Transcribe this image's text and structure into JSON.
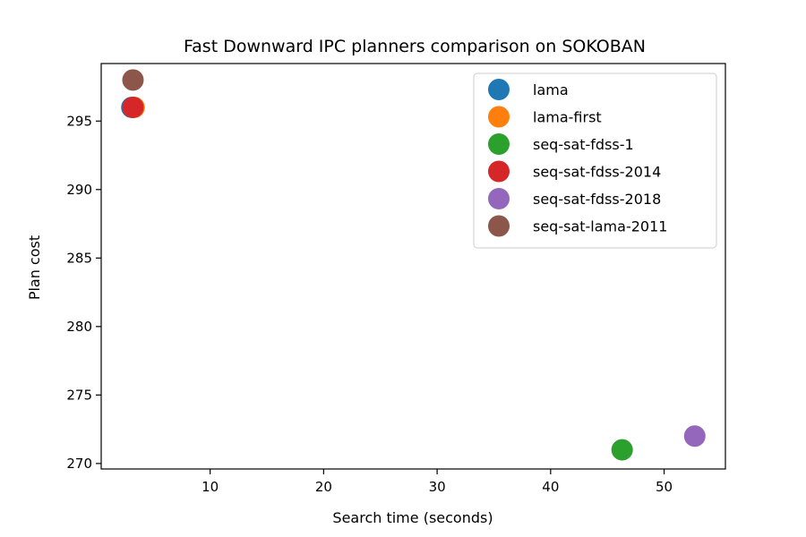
{
  "chart_data": {
    "type": "scatter",
    "title": "Fast Downward IPC planners comparison on SOKOBAN",
    "xlabel": "Search time (seconds)",
    "ylabel": "Plan cost",
    "xlim": [
      0.4,
      55.4
    ],
    "ylim": [
      269.6,
      299.2
    ],
    "xticks": [
      10,
      20,
      30,
      40,
      50
    ],
    "yticks": [
      270,
      275,
      280,
      285,
      290,
      295
    ],
    "grid": false,
    "legend_position": "top-right",
    "series": [
      {
        "name": "lama",
        "color": "#1f77b4",
        "x": [
          3.1
        ],
        "y": [
          296
        ]
      },
      {
        "name": "lama-first",
        "color": "#ff7f0e",
        "x": [
          3.3
        ],
        "y": [
          296
        ]
      },
      {
        "name": "seq-sat-fdss-1",
        "color": "#2ca02c",
        "x": [
          46.3
        ],
        "y": [
          271
        ]
      },
      {
        "name": "seq-sat-fdss-2014",
        "color": "#d62728",
        "x": [
          3.2
        ],
        "y": [
          296
        ]
      },
      {
        "name": "seq-sat-fdss-2018",
        "color": "#9467bd",
        "x": [
          52.7
        ],
        "y": [
          272
        ]
      },
      {
        "name": "seq-sat-lama-2011",
        "color": "#8c564b",
        "x": [
          3.2
        ],
        "y": [
          298
        ]
      }
    ]
  }
}
